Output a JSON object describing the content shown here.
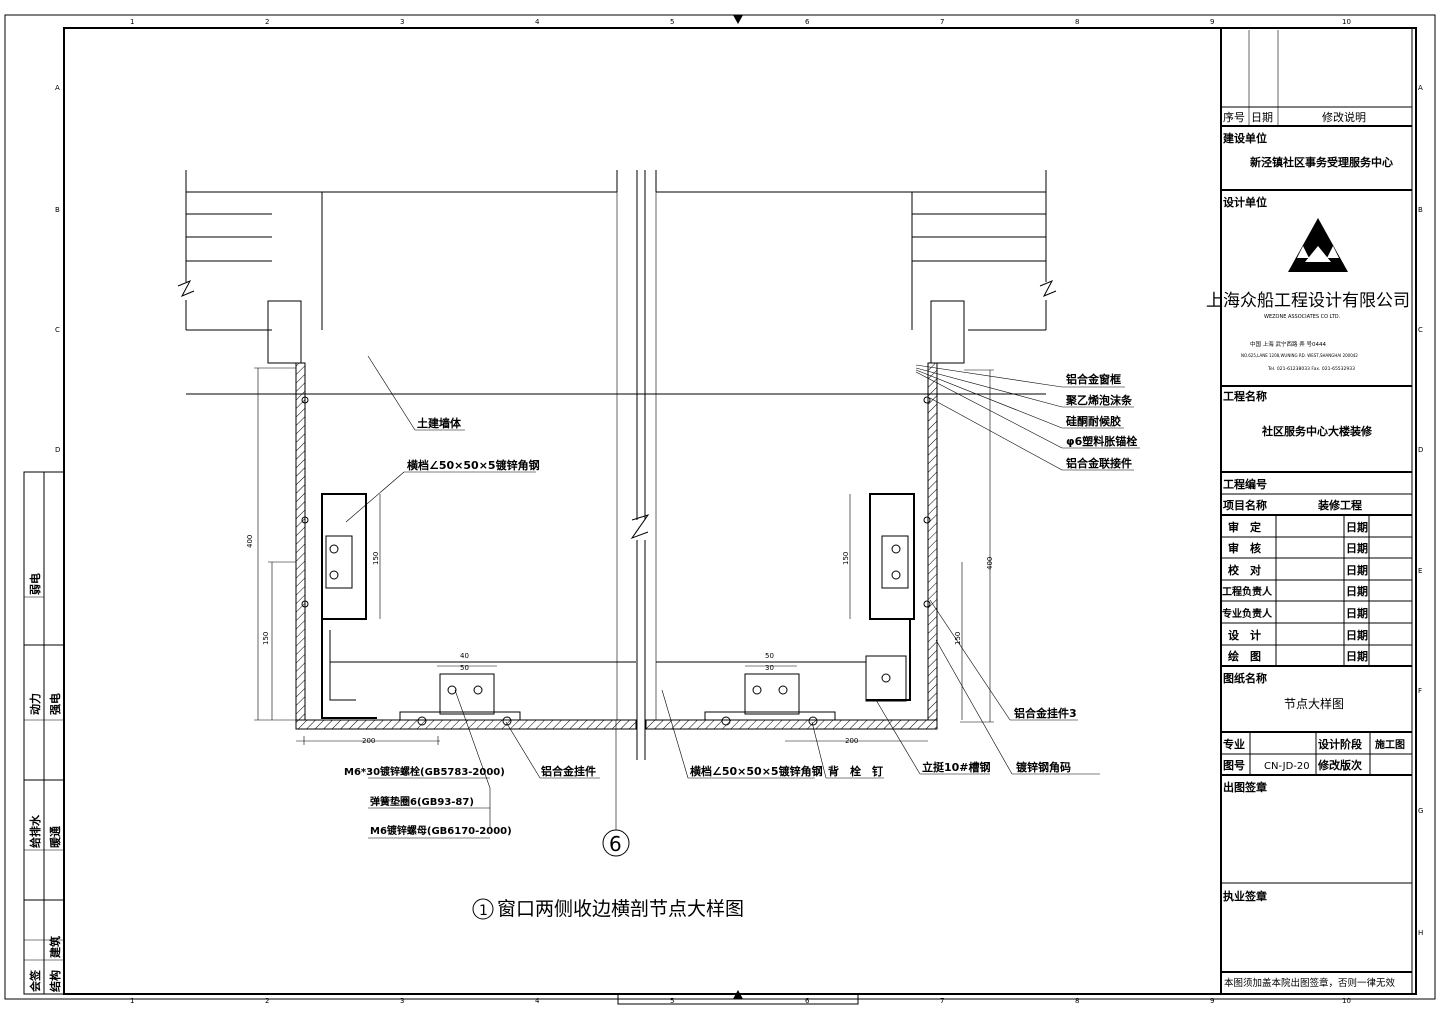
{
  "border": {
    "col_numbers": [
      "1",
      "2",
      "3",
      "4",
      "5",
      "6",
      "7",
      "8",
      "9",
      "10"
    ],
    "row_letters": [
      "A",
      "B",
      "C",
      "D",
      "E",
      "F",
      "G",
      "H"
    ]
  },
  "revision": {
    "col_seq": "序号",
    "col_date": "日期",
    "col_desc": "修改说明"
  },
  "client": {
    "label": "建设单位",
    "value": "新泾镇社区事务受理服务中心"
  },
  "designer": {
    "label": "设计单位",
    "company_cn": "上海众船工程设计有限公司",
    "company_en": "WEZONE ASSOCIATES CO LTD.",
    "address_cn": "中国 上海 武宁西路 弄 号0444",
    "address_en": "NO.625,LANE 1208,WUNING RD. WEST,SHANGHAI 200042",
    "tel": "Tel. 021-61238033 Fax. 021-65532933"
  },
  "project": {
    "label": "工程名称",
    "value": "社区服务中心大楼装修"
  },
  "engineering": {
    "label": "工程编号",
    "item_label": "项目名称",
    "item_value": "装修工程"
  },
  "signoffs": [
    {
      "role": "审　定",
      "date_label": "日期"
    },
    {
      "role": "审　核",
      "date_label": "日期"
    },
    {
      "role": "校　对",
      "date_label": "日期"
    },
    {
      "role": "工程负责人",
      "date_label": "日期"
    },
    {
      "role": "专业负责人",
      "date_label": "日期"
    },
    {
      "role": "设　计",
      "date_label": "日期"
    },
    {
      "role": "绘　图",
      "date_label": "日期"
    }
  ],
  "drawing": {
    "label": "图纸名称",
    "value": "节点大样图"
  },
  "meta": {
    "discipline_label": "专业",
    "stage_label": "设计阶段",
    "stage_value": "施工图",
    "number_label": "图号",
    "number_value": "CN-JD-20",
    "version_label": "修改版次"
  },
  "stamps": {
    "issue": "出图签章",
    "license": "执业签章"
  },
  "footnote": "本图须加盖本院出图签章，否则一律无效",
  "left_strip": {
    "row1": [
      "弱电"
    ],
    "row2": [
      "动力",
      "强电"
    ],
    "row3": [
      "给排水",
      "暖通"
    ],
    "row4": [
      "会签",
      "建筑",
      "结构"
    ]
  },
  "detail": {
    "title": "窗口两侧收边横剖节点大样图",
    "number": "1",
    "axis": "6",
    "labels": {
      "wall": "土建墙体",
      "hbar_top": "横档∠50×50×5镀锌角钢",
      "window_frame": "铝合金窗框",
      "foam": "聚乙烯泡沫条",
      "silicone": "硅酮耐候胶",
      "anchor": "φ6塑料胀锚栓",
      "connector": "铝合金联接件",
      "hanger3": "铝合金挂件3",
      "galv_code": "镀锌钢角码",
      "bolt": "M6*30镀锌螺栓(GB5783-2000)",
      "washer": "弹簧垫圈6(GB93-87)",
      "nut": "M6镀锌螺母(GB6170-2000)",
      "hanger": "铝合金挂件",
      "hbar_bottom": "横档∠50×50×5镀锌角钢",
      "back_bolt": "背　栓　钉",
      "channel": "立挺10#槽钢"
    },
    "dims": {
      "d400": "400",
      "d150a": "150",
      "d150b": "150",
      "d200a": "200",
      "d200b": "200",
      "d40a": "40",
      "d50a": "50",
      "d50b": "50",
      "d30b": "30",
      "d400b": "400",
      "d150c": "150",
      "d150d": "150"
    }
  }
}
